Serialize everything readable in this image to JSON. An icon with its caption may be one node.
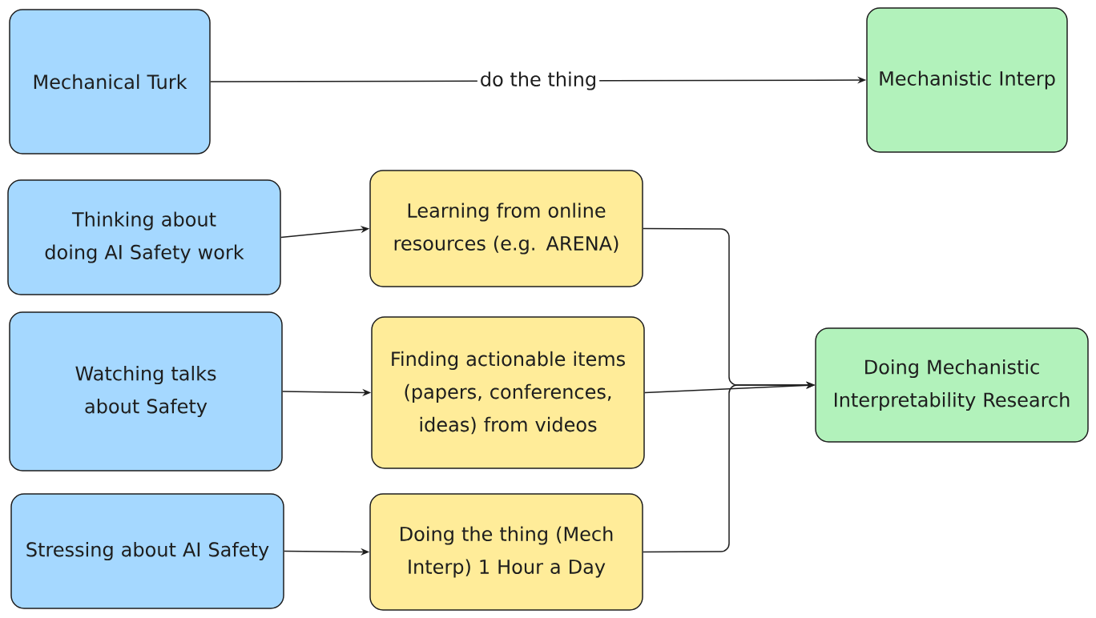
{
  "diagram": {
    "nodes": [
      {
        "text": [
          "Mechanical Turk"
        ]
      },
      {
        "text": [
          "Mechanistic Interp"
        ]
      },
      {
        "text": [
          "Thinking about doing AI Safety work"
        ]
      },
      {
        "text": [
          "Learning from online resources (e.g. ARENA)"
        ]
      },
      {
        "text": [
          "Watching talks about Safety"
        ]
      },
      {
        "text": [
          "Finding actionable items (papers, conferences, ideas) from videos"
        ]
      },
      {
        "text": [
          "Stressing about AI Safety"
        ]
      },
      {
        "text": [
          "Doing the thing (Mech Interp) 1 Hour a Day"
        ]
      },
      {
        "text": [
          "Doing Mechanistic Interpretability Research"
        ]
      }
    ],
    "edges": [
      {
        "from": 0,
        "to": 1,
        "arrow": "to",
        "label": "do the thing"
      },
      {
        "from": 2,
        "to": 3,
        "arrow": "to"
      },
      {
        "from": 4,
        "to": 5,
        "arrow": "to"
      },
      {
        "from": 6,
        "to": 7,
        "arrow": "to"
      },
      {
        "from": 3,
        "to": 8,
        "arrow": "to"
      },
      {
        "from": 5,
        "to": 8,
        "arrow": "to"
      },
      {
        "from": 7,
        "to": 8,
        "arrow": "to"
      }
    ]
  }
}
